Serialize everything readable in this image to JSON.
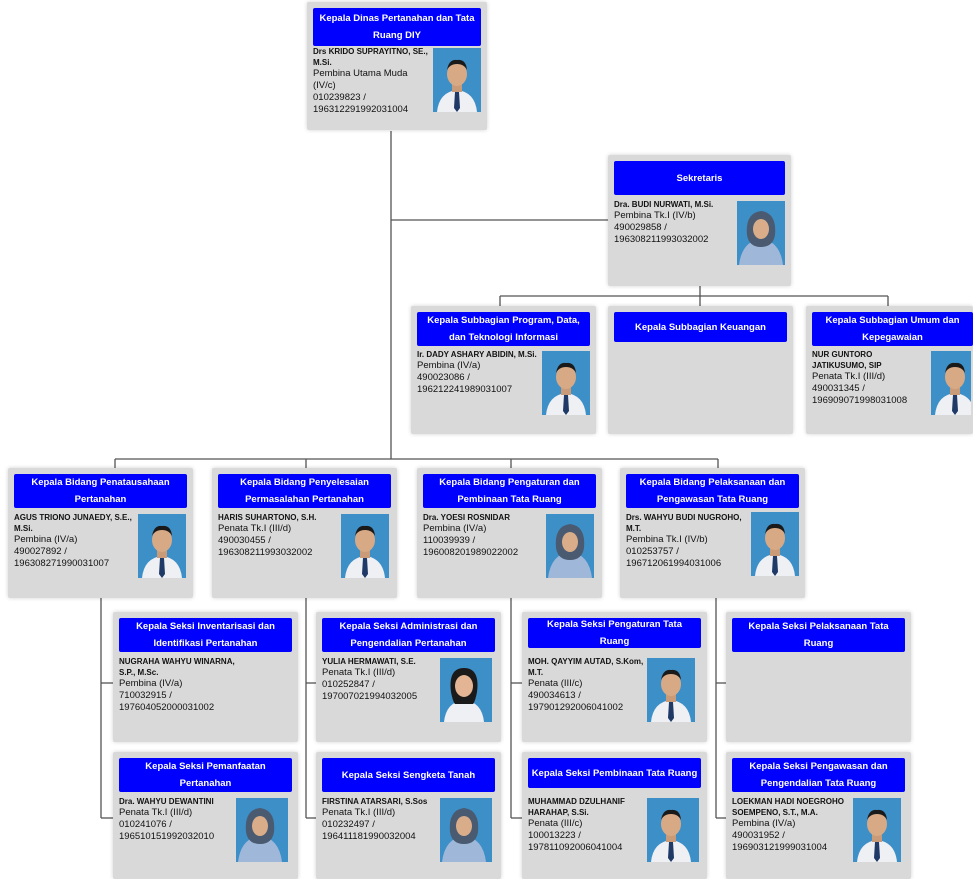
{
  "nodes": {
    "head": {
      "title": "Kepala Dinas Pertanahan dan Tata Ruang DIY",
      "name": "Drs KRIDO SUPRAYITNO, SE., M.Si.",
      "rank": "Pembina Utama Muda (IV/c)",
      "ids": "010239823 / 196312291992031004"
    },
    "sekretaris": {
      "title": "Sekretaris",
      "name": "Dra. BUDI NURWATI, M.Si.",
      "rank": "Pembina Tk.I (IV/b)",
      "ids": "490029858 / 196308211993032002"
    },
    "sub_program": {
      "title": "Kepala Subbagian Program, Data, dan Teknologi Informasi",
      "name": "Ir. DADY ASHARY ABIDIN, M.Si.",
      "rank": "Pembina (IV/a)",
      "ids": "490023086 / 196212241989031007"
    },
    "sub_keuangan": {
      "title": "Kepala Subbagian Keuangan"
    },
    "sub_umum": {
      "title": "Kepala Subbagian Umum dan Kepegawaian",
      "name": "NUR GUNTORO JATIKUSUMO, SIP",
      "rank": "Penata Tk.I (III/d)",
      "ids": "490031345 / 196909071998031008"
    },
    "bid_penatausahaan": {
      "title": "Kepala Bidang Penatausahaan Pertanahan",
      "name": "AGUS TRIONO JUNAEDY, S.E., M.Si.",
      "rank": "Pembina (IV/a)",
      "ids": "490027892 / 196308271990031007"
    },
    "bid_penyelesaian": {
      "title": "Kepala Bidang Penyelesaian Permasalahan Pertanahan",
      "name": "HARIS SUHARTONO, S.H.",
      "rank": "Penata Tk.I (III/d)",
      "ids": "490030455 / 196308211993032002"
    },
    "bid_pengaturan": {
      "title": "Kepala Bidang Pengaturan dan Pembinaan Tata Ruang",
      "name": "Dra. YOESI ROSNIDAR",
      "rank": "Pembina (IV/a)",
      "ids": "110039939 / 196008201989022002"
    },
    "bid_pelaksanaan": {
      "title": "Kepala Bidang Pelaksanaan dan Pengawasan Tata Ruang",
      "name": "Drs. WAHYU BUDI NUGROHO, M.T.",
      "rank": "Pembina Tk.I (IV/b)",
      "ids": "010253757 / 196712061994031006"
    },
    "seksi_inventarisasi": {
      "title": "Kepala Seksi Inventarisasi dan Identifikasi Pertanahan",
      "name": "NUGRAHA WAHYU WINARNA, S.P., M.Sc.",
      "rank": "Pembina (IV/a)",
      "ids": "710032915 / 197604052000031002"
    },
    "seksi_administrasi": {
      "title": "Kepala Seksi Administrasi dan Pengendalian Pertanahan",
      "name": "YULIA HERMAWATI, S.E.",
      "rank": "Penata Tk.I (III/d)",
      "ids": "010252847 / 197007021994032005"
    },
    "seksi_pengaturan_tr": {
      "title": "Kepala Seksi Pengaturan Tata Ruang",
      "name": "MOH. QAYYIM AUTAD, S.Kom, M.T.",
      "rank": "Penata (III/c)",
      "ids": "490034613 / 197901292006041002"
    },
    "seksi_pelaksanaan_tr": {
      "title": "Kepala Seksi Pelaksanaan Tata Ruang"
    },
    "seksi_pemanfaatan": {
      "title": "Kepala Seksi Pemanfaatan Pertanahan",
      "name": "Dra. WAHYU DEWANTINI",
      "rank": "Penata Tk.I (III/d)",
      "ids": "010241076 / 196510151992032010"
    },
    "seksi_sengketa": {
      "title": "Kepala Seksi Sengketa Tanah",
      "name": "FIRSTINA ATARSARI, S.Sos",
      "rank": "Penata Tk.I (III/d)",
      "ids": "010232497 / 196411181990032004"
    },
    "seksi_pembinaan_tr": {
      "title": "Kepala Seksi Pembinaan Tata Ruang",
      "name": "MUHAMMAD DZULHANIF HARAHAP, S.Si.",
      "rank": "Penata (III/c)",
      "ids": "100013223 / 197811092006041004"
    },
    "seksi_pengawasan_tr": {
      "title": "Kepala Seksi Pengawasan dan Pengendalian Tata Ruang",
      "name": "LOEKMAN HADI NOEGROHO SOEMPENO, S.T., M.A.",
      "rank": "Pembina (IV/a)",
      "ids": "490031952 / 196903121999031004"
    }
  },
  "colors": {
    "title_bg": "#0000ff",
    "title_text": "#ffffff",
    "card_bg": "#d9d9d9",
    "connector": "#555555",
    "photo_bg": "#3d8fc8"
  }
}
